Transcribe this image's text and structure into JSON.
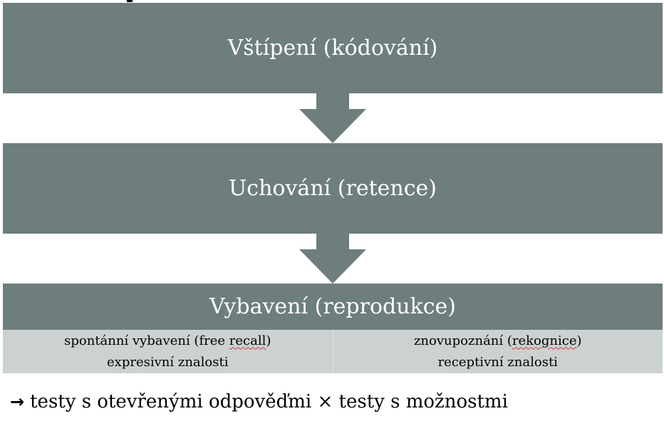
{
  "colors": {
    "box_fill": "#6e7e7d",
    "box_text": "#ffffff",
    "subrow_fill": "#ccd1d2",
    "spellcheck_underline": "#d23c3c"
  },
  "stages": [
    {
      "label": "Vštípení (kódování)"
    },
    {
      "label": "Uchování (retence)"
    },
    {
      "label": "Vybavení (reprodukce)"
    }
  ],
  "arrows": [
    {
      "icon": "down-arrow-icon"
    },
    {
      "icon": "down-arrow-icon"
    }
  ],
  "subrow": {
    "left": {
      "line1_pre": "spontánní vybavení (free ",
      "line1_mark": "recall",
      "line1_post": ")",
      "line2": "expresivní znalosti"
    },
    "right": {
      "line1_pre": "znovupoznání (",
      "line1_mark": "rekognice",
      "line1_post": ")",
      "line2": "receptivní znalosti"
    }
  },
  "footnote": {
    "arrow": "→",
    "text": "testy s otevřenými odpověďmi × testy s možnostmi"
  }
}
